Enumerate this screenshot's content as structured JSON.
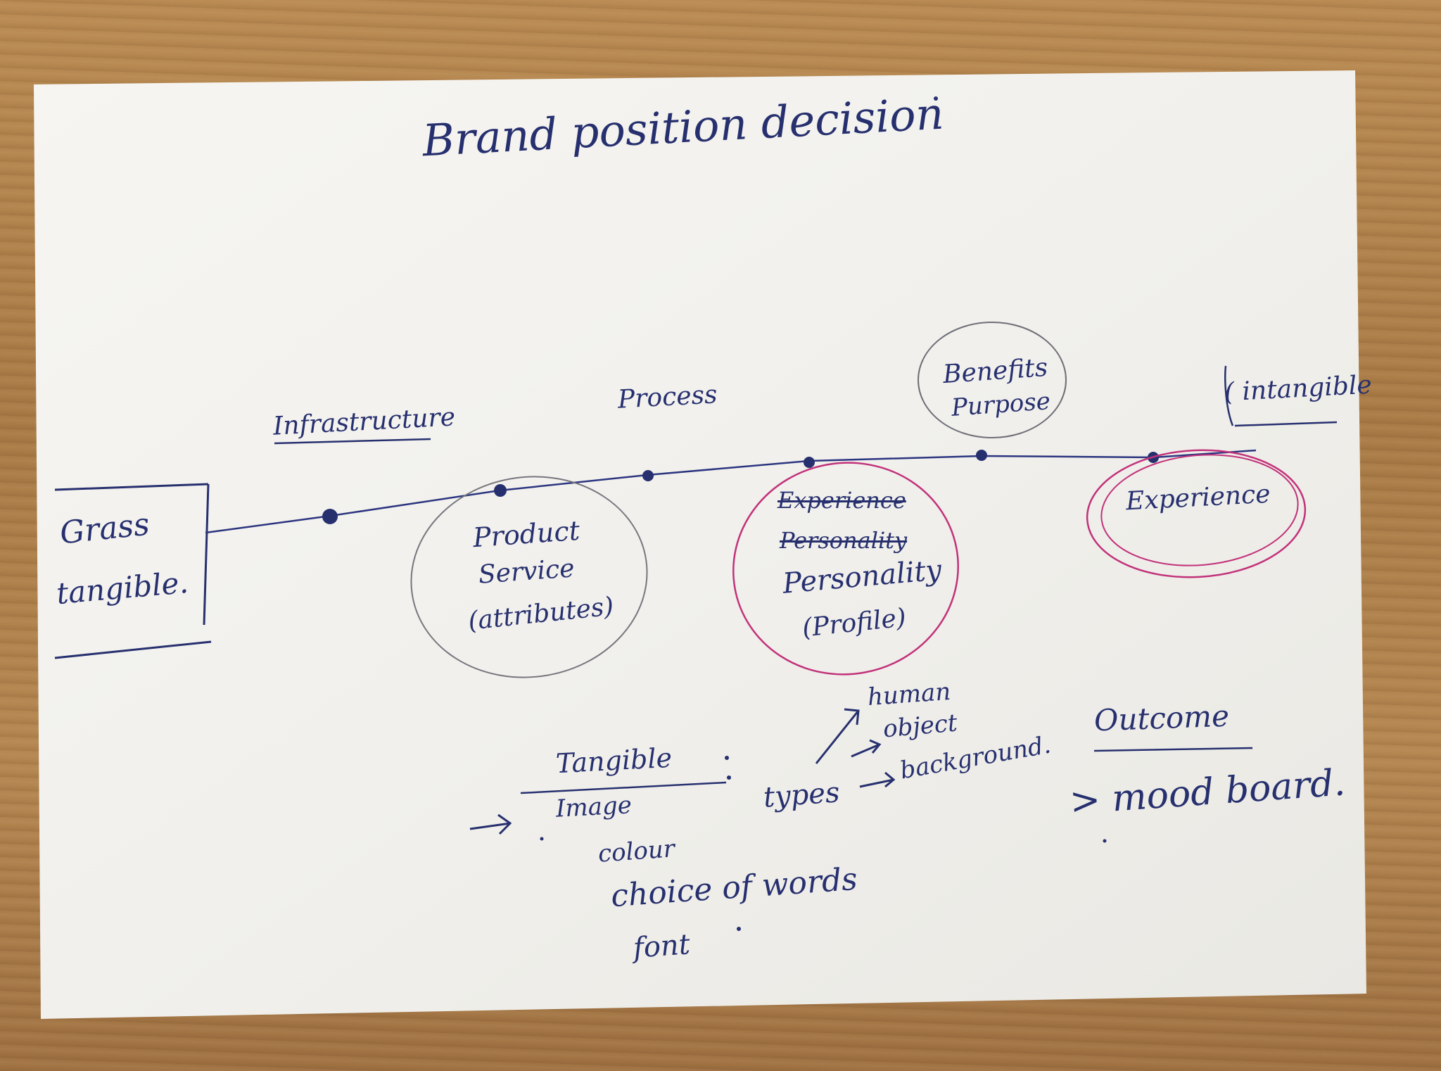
{
  "title": "Brand position decision",
  "left_box": [
    "Grass",
    "tangible."
  ],
  "right_label": "( intangible",
  "timeline": {
    "above_labels": [
      "Infrastructure",
      "Process",
      "Benefits",
      "Purpose"
    ],
    "node_product": [
      "Product",
      "Service",
      "(attributes)"
    ],
    "node_personality": {
      "struck": [
        "Experience",
        "Personality"
      ],
      "text": [
        "Personality",
        "(Profile)"
      ]
    },
    "node_experience": "Experience"
  },
  "notes": {
    "fraction_top": "Tangible",
    "fraction_bottom": "Image",
    "colour": "colour",
    "choice_of_words": "choice of words",
    "font": "font",
    "types": "types",
    "type_list": [
      "human",
      "object",
      "background."
    ]
  },
  "outcome": {
    "label": "Outcome",
    "item": "> mood board."
  },
  "colors": {
    "ink_blue": "#27306f",
    "ink_pink": "#c2327a",
    "pencil": "#6e6e78",
    "paper": "#f3f2ee"
  }
}
